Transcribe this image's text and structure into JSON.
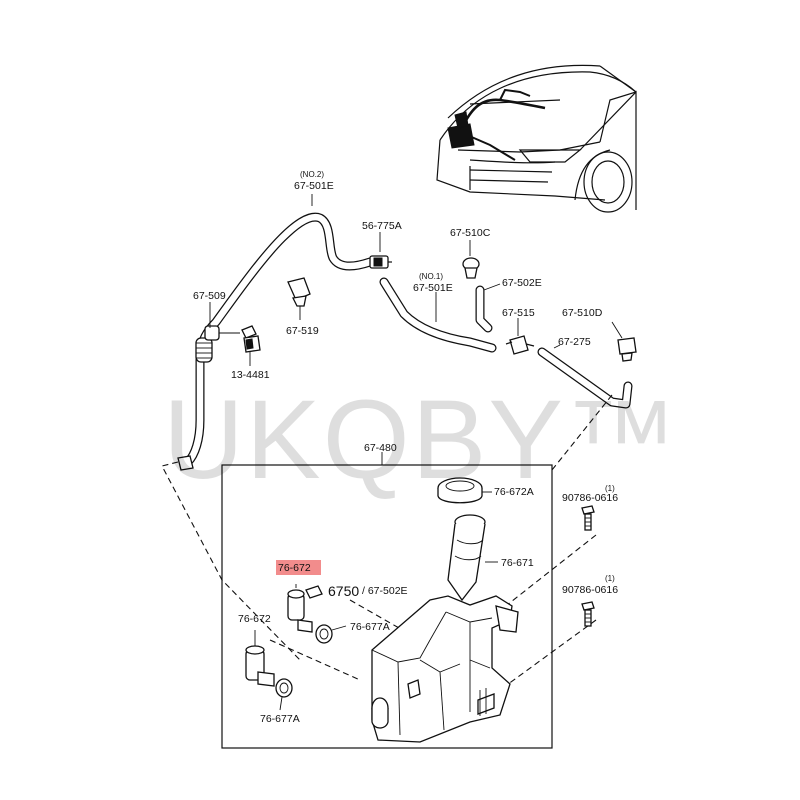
{
  "diagram": {
    "labels": {
      "l_no2": "(NO.2)",
      "l_67501E_top": "67-501E",
      "l_56775A": "56-775A",
      "l_67510C": "67-510C",
      "l_67509": "67-509",
      "l_no1": "(NO.1)",
      "l_67501E_mid": "67-501E",
      "l_67502E": "67-502E",
      "l_67519": "67-519",
      "l_67515": "67-515",
      "l_67510D": "67-510D",
      "l_13_4481": "13-4481",
      "l_67275": "67-275",
      "l_67480": "67-480",
      "l_76672A": "76-672A",
      "l_90786_a": "90786-0616",
      "l_90786_a_q": "(1)",
      "l_76671": "76-671",
      "l_76672_hl": "76-672",
      "l_6750": "6750",
      "l_67502E_b": "/ 67-502E",
      "l_90786_b": "90786-0616",
      "l_90786_b_q": "(1)",
      "l_76672": "76-672",
      "l_76677A_a": "76-677A",
      "l_76677A_b": "76-677A"
    },
    "highlight_color": "#f28c8c",
    "watermark": "UKQBY™"
  }
}
